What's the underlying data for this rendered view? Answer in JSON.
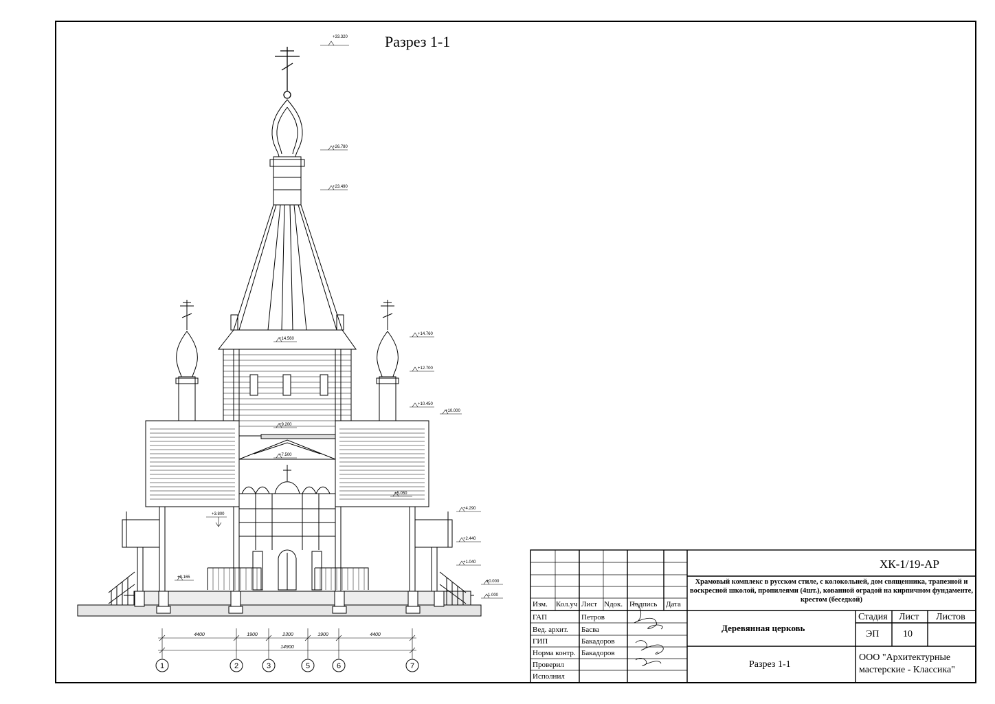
{
  "drawing_title": "Разрез 1-1",
  "levels": [
    "+33.320",
    "+26.780",
    "+23.490",
    "+14.560",
    "+14.760",
    "+12.700",
    "+10.450",
    "+10.000",
    "+9.200",
    "+7.500",
    "+5.050",
    "+4.290",
    "+3.800",
    "+2.440",
    "+1.040",
    "+0.165",
    "±0.000",
    "-1.000"
  ],
  "dimensions": {
    "segments": [
      "4400",
      "1900",
      "2300",
      "1900",
      "4400"
    ],
    "total": "14900"
  },
  "axes": [
    "1",
    "2",
    "3",
    "5",
    "6",
    "7"
  ],
  "stamp": {
    "code": "ХК-1/19-АР",
    "description": "Храмовый комплекс в русском стиле, с колокольней, дом священника, трапезной и воскресной школой, пропилеями (4шт.), кованной оградой на кирпичном фундаменте, крестом (беседкой)",
    "headers": [
      "Изм.",
      "Кол.уч",
      "Лист",
      "Nдок.",
      "Подпись",
      "Дата"
    ],
    "roles": [
      {
        "role": "ГАП",
        "name": "Петров"
      },
      {
        "role": "Вед. архит.",
        "name": "Басва"
      },
      {
        "role": "ГИП",
        "name": "Бакадоров"
      },
      {
        "role": "Норма контр.",
        "name": "Бакадоров"
      },
      {
        "role": "Проверил",
        "name": ""
      },
      {
        "role": "Исполнил",
        "name": ""
      }
    ],
    "object_name": "Деревянная церковь",
    "sheet_name": "Разрез 1-1",
    "stage_label": "Стадия",
    "sheet_label": "Лист",
    "sheets_label": "Листов",
    "stage": "ЭП",
    "sheet": "10",
    "sheets": "",
    "organization": "ООО \"Архитектурные мастерские - Классика\""
  }
}
